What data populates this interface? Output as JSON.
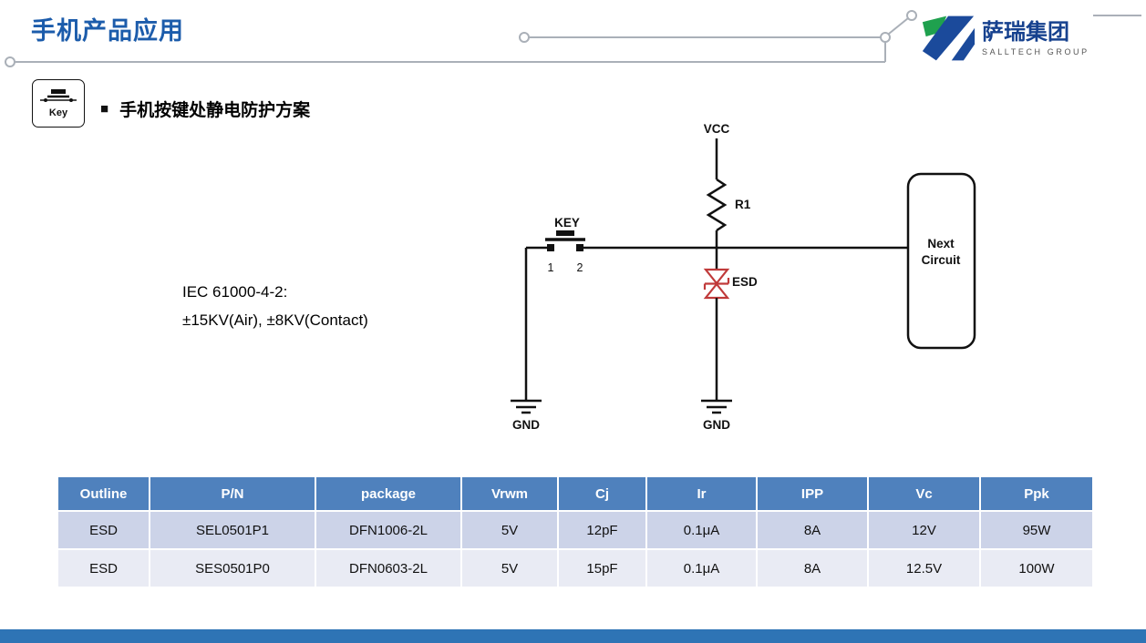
{
  "header": {
    "title": "手机产品应用"
  },
  "logo": {
    "company_cn": "萨瑞集团",
    "company_en": "SALLTECH GROUP"
  },
  "key_box": {
    "label": "Key"
  },
  "section": {
    "bullet": "■",
    "heading": "手机按键处静电防护方案"
  },
  "circuit": {
    "vcc": "VCC",
    "r1": "R1",
    "key": "KEY",
    "pin1": "1",
    "pin2": "2",
    "esd": "ESD",
    "gnd_left": "GND",
    "gnd_right": "GND",
    "next_line1": "Next",
    "next_line2": "Circuit",
    "iec_line1": "IEC 61000-4-2:",
    "iec_line2": "±15KV(Air), ±8KV(Contact)"
  },
  "table": {
    "headers": [
      "Outline",
      "P/N",
      "package",
      "Vrwm",
      "Cj",
      "Ir",
      "IPP",
      "Vc",
      "Ppk"
    ],
    "rows": [
      [
        "ESD",
        "SEL0501P1",
        "DFN1006-2L",
        "5V",
        "12pF",
        "0.1μA",
        "8A",
        "12V",
        "95W"
      ],
      [
        "ESD",
        "SES0501P0",
        "DFN0603-2L",
        "5V",
        "15pF",
        "0.1μA",
        "8A",
        "12.5V",
        "100W"
      ]
    ]
  },
  "colors": {
    "title_blue": "#1c5cab",
    "table_header": "#4f81bd",
    "row_odd": "#ccd3e8",
    "row_even": "#e9ebf4",
    "esd_red": "#c03a3a",
    "bottom_bar": "#2e74b5",
    "logo_green": "#1fa14e",
    "logo_blue": "#1b4a9b"
  }
}
